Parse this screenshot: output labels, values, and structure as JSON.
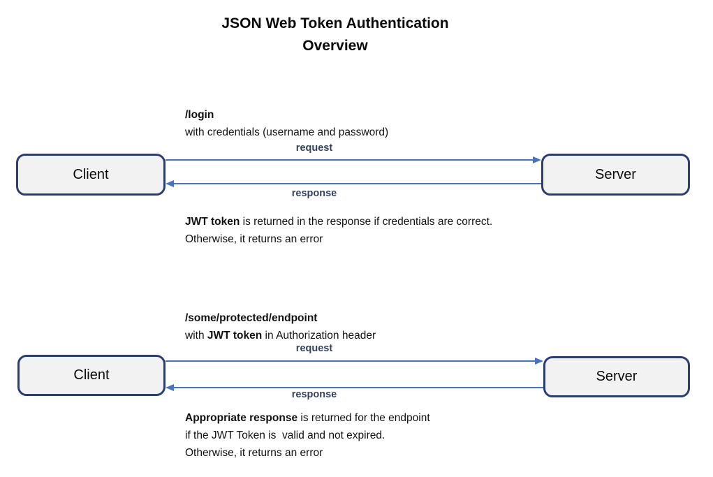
{
  "title": {
    "line1": "JSON Web Token Authentication",
    "line2": "Overview"
  },
  "colors": {
    "arrow": "#4472C4",
    "box_border": "#2A3E72",
    "box_fill": "#F2F2F2",
    "label_text": "#33425E"
  },
  "flows": [
    {
      "endpoint": "/login",
      "detail_pre": "with credentials (username and password)",
      "detail_bold": "",
      "detail_post": "",
      "request_label": "request",
      "response_label": "response",
      "client_label": "Client",
      "server_label": "Server",
      "note_bold": "JWT token",
      "note_after_bold": " is returned in the response if credentials are correct.",
      "note_line2": "Otherwise, it returns an error",
      "note_line3": ""
    },
    {
      "endpoint": "/some/protected/endpoint",
      "detail_pre": "with ",
      "detail_bold": "JWT token",
      "detail_post": " in Authorization header",
      "request_label": "request",
      "response_label": "response",
      "client_label": "Client",
      "server_label": "Server",
      "note_bold": "Appropriate response",
      "note_after_bold": " is returned for the endpoint",
      "note_line2": "if the JWT Token is  valid and not expired.",
      "note_line3": "Otherwise, it returns an error"
    }
  ]
}
